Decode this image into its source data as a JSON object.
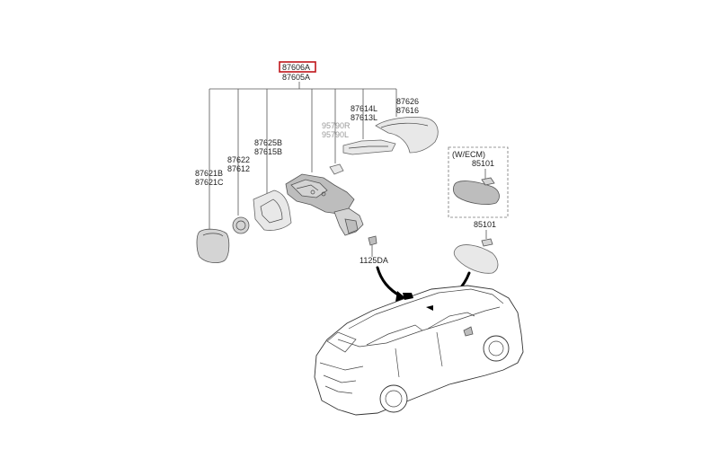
{
  "labels": {
    "assembly_left": "87606A",
    "assembly_right": "87605A",
    "glass_a": "87621B",
    "glass_b": "87621C",
    "repeater_a": "87622",
    "repeater_b": "87612",
    "housing_a": "87625B",
    "housing_b": "87615B",
    "grey_a": "95790R",
    "grey_b": "95790L",
    "mid_a": "87614L",
    "mid_b": "87613L",
    "cover_a": "87626",
    "cover_b": "87616",
    "ecm_note": "(W/ECM)",
    "inside_mirror_ecm": "85101",
    "inside_mirror": "85101",
    "screw": "1125DA"
  },
  "colors": {
    "highlight_box": "#c0161b"
  }
}
